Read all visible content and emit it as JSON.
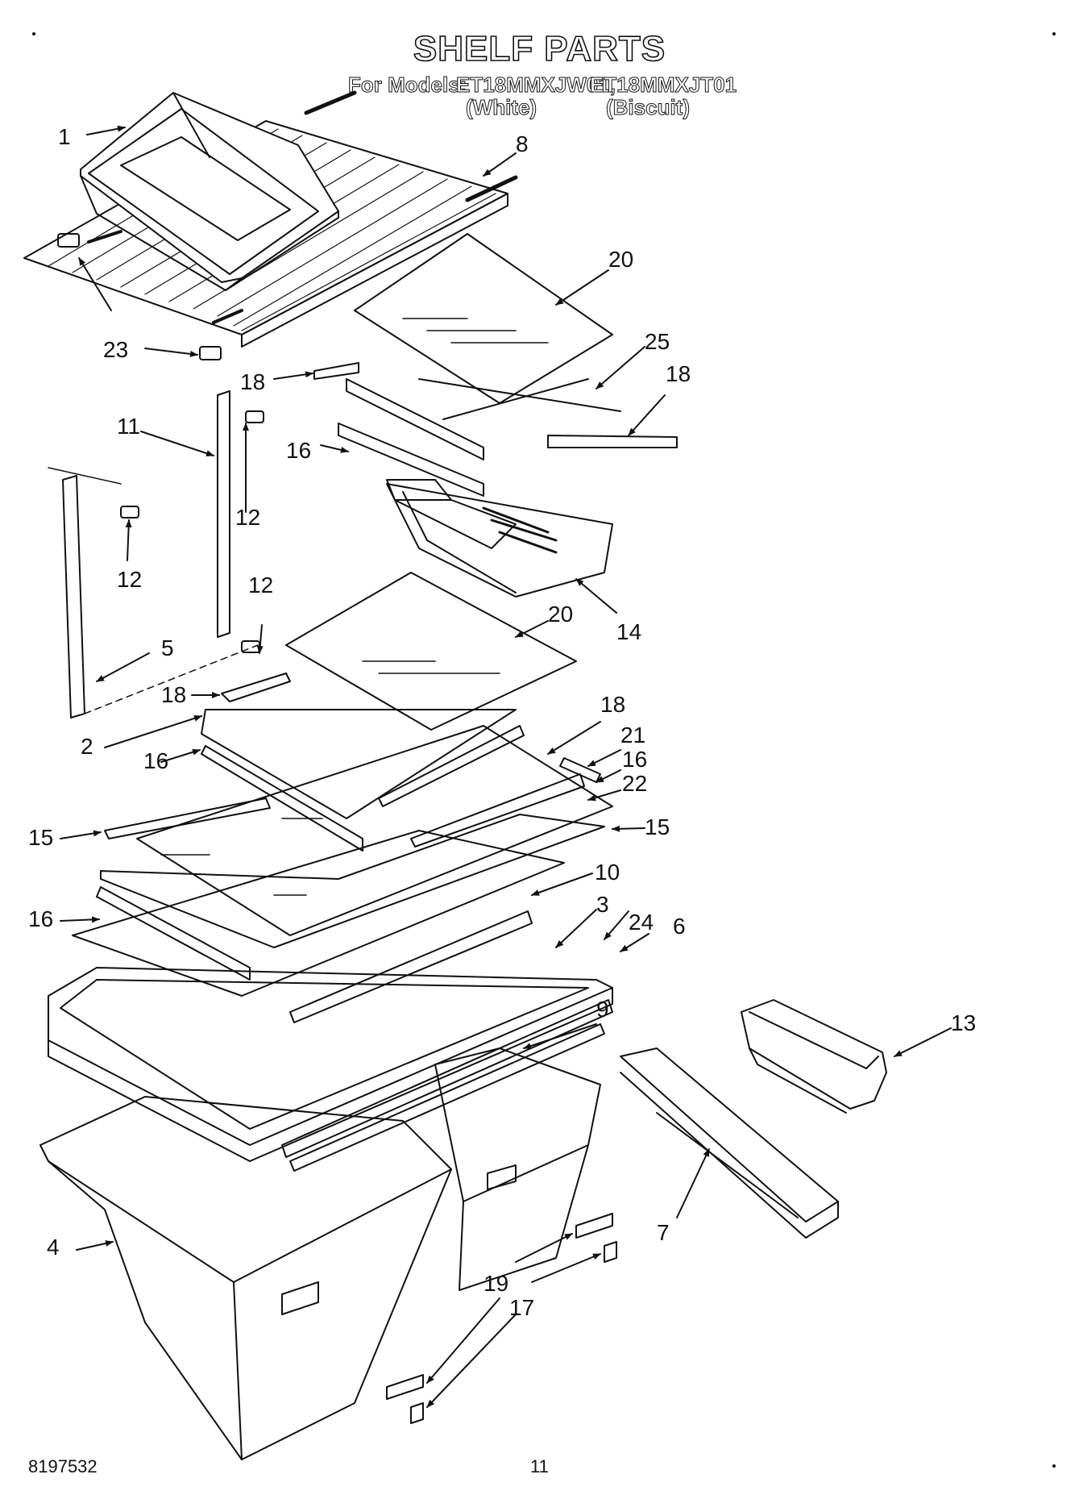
{
  "header": {
    "title": "SHELF PARTS",
    "models_prefix": "For Models:",
    "model_1": "ET18MMXJW01,",
    "model_2": "ET18MMXJT01",
    "variant_1": "(White)",
    "variant_2": "(Biscuit)"
  },
  "callouts": [
    "1",
    "8",
    "20",
    "23",
    "25",
    "18",
    "11",
    "12",
    "16",
    "12",
    "18",
    "12",
    "14",
    "20",
    "5",
    "18",
    "2",
    "18",
    "16",
    "21",
    "16",
    "22",
    "15",
    "15",
    "10",
    "16",
    "3",
    "24",
    "6",
    "9",
    "13",
    "4",
    "7",
    "19",
    "17"
  ],
  "footer": {
    "doc_number": "8197532",
    "page_number": "11"
  }
}
